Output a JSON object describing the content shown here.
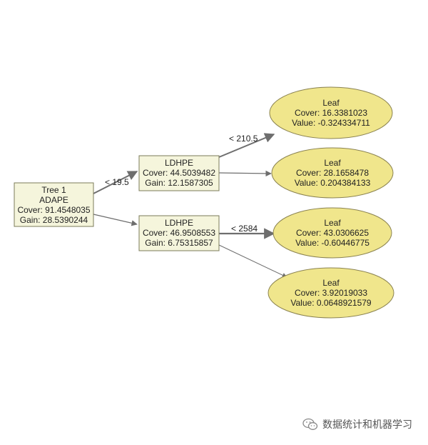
{
  "colors": {
    "split_fill": "#f5f5dc",
    "split_stroke": "#7b7b5a",
    "leaf_fill": "#f0e68c",
    "leaf_stroke": "#8a8250",
    "edge": "#6e6e6e"
  },
  "tree": {
    "root": {
      "lines": [
        "Tree 1",
        "ADAPE",
        "Cover: 91.4548035",
        "Gain: 28.5390244"
      ]
    },
    "split_a": {
      "lines": [
        "LDHPE",
        "Cover: 44.5039482",
        "Gain: 12.1587305"
      ]
    },
    "split_b": {
      "lines": [
        "LDHPE",
        "Cover: 46.9508553",
        "Gain: 6.75315857"
      ]
    },
    "leaf_1": {
      "lines": [
        "Leaf",
        "Cover: 16.3381023",
        "Value: -0.324334711"
      ]
    },
    "leaf_2": {
      "lines": [
        "Leaf",
        "Cover: 28.1658478",
        "Value: 0.204384133"
      ]
    },
    "leaf_3": {
      "lines": [
        "Leaf",
        "Cover: 43.0306625",
        "Value: -0.60446775"
      ]
    },
    "leaf_4": {
      "lines": [
        "Leaf",
        "Cover: 3.92019033",
        "Value: 0.0648921579"
      ]
    }
  },
  "edges": {
    "root_to_a": "< 19.5",
    "a_to_leaf1": "< 210.5",
    "b_to_leaf3": "< 2584"
  },
  "watermark": {
    "icon": "wechat-icon",
    "text": "数据统计和机器学习"
  }
}
